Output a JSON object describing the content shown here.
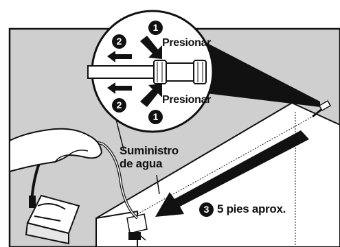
{
  "labels": {
    "press_top": "Presionar",
    "press_bottom": "Presionar",
    "water_supply_line1": "Suministro",
    "water_supply_line2": "de agua",
    "distance": "5 pies aprox."
  },
  "steps": {
    "press_top": "1",
    "press_bottom": "1",
    "pull_top": "2",
    "pull_bottom": "2",
    "route": "3"
  }
}
